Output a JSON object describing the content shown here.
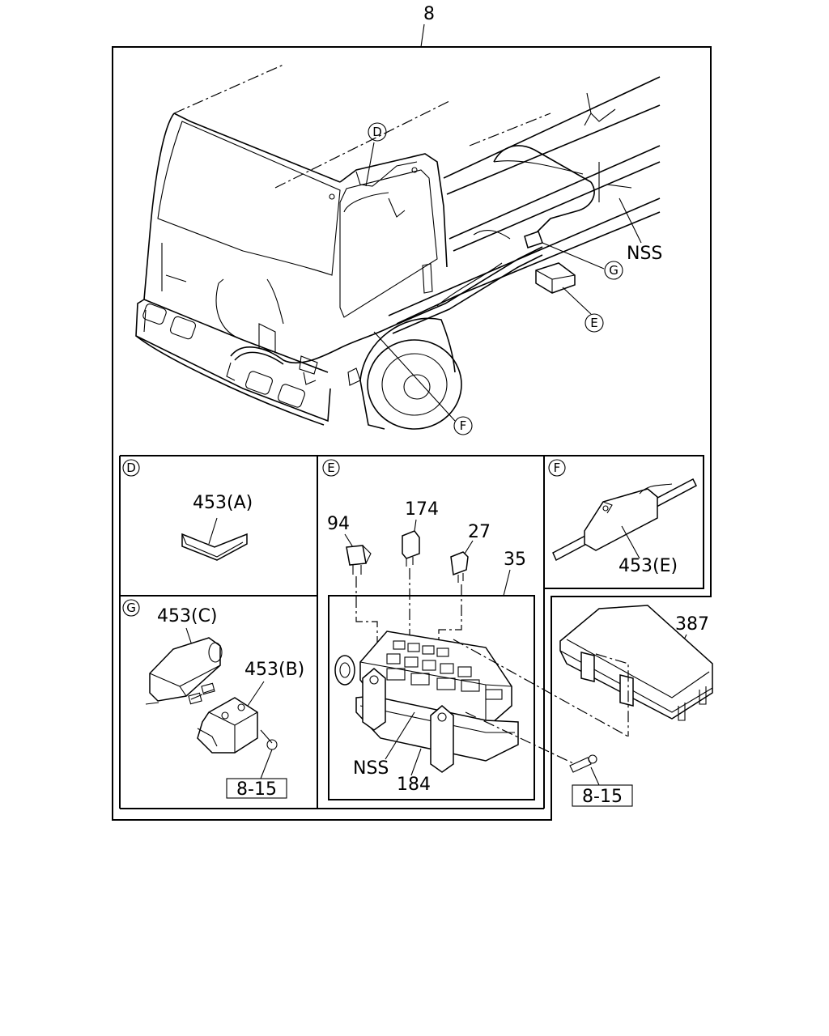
{
  "assembly_number": "8",
  "main_view": {
    "callouts": {
      "d": "D",
      "e": "E",
      "f": "F",
      "g": "G"
    },
    "nss_label": "NSS"
  },
  "detail_d": {
    "letter": "D",
    "part": "453(A)"
  },
  "detail_e": {
    "letter": "E",
    "parts": {
      "p94": "94",
      "p174": "174",
      "p27": "27",
      "p35": "35",
      "p184": "184"
    },
    "nss_label": "NSS"
  },
  "detail_f": {
    "letter": "F",
    "part": "453(E)"
  },
  "detail_g": {
    "letter": "G",
    "part_c": "453(C)",
    "part_b": "453(B)",
    "ref_box": "8-15"
  },
  "cover": {
    "part": "387",
    "ref_box": "8-15"
  }
}
